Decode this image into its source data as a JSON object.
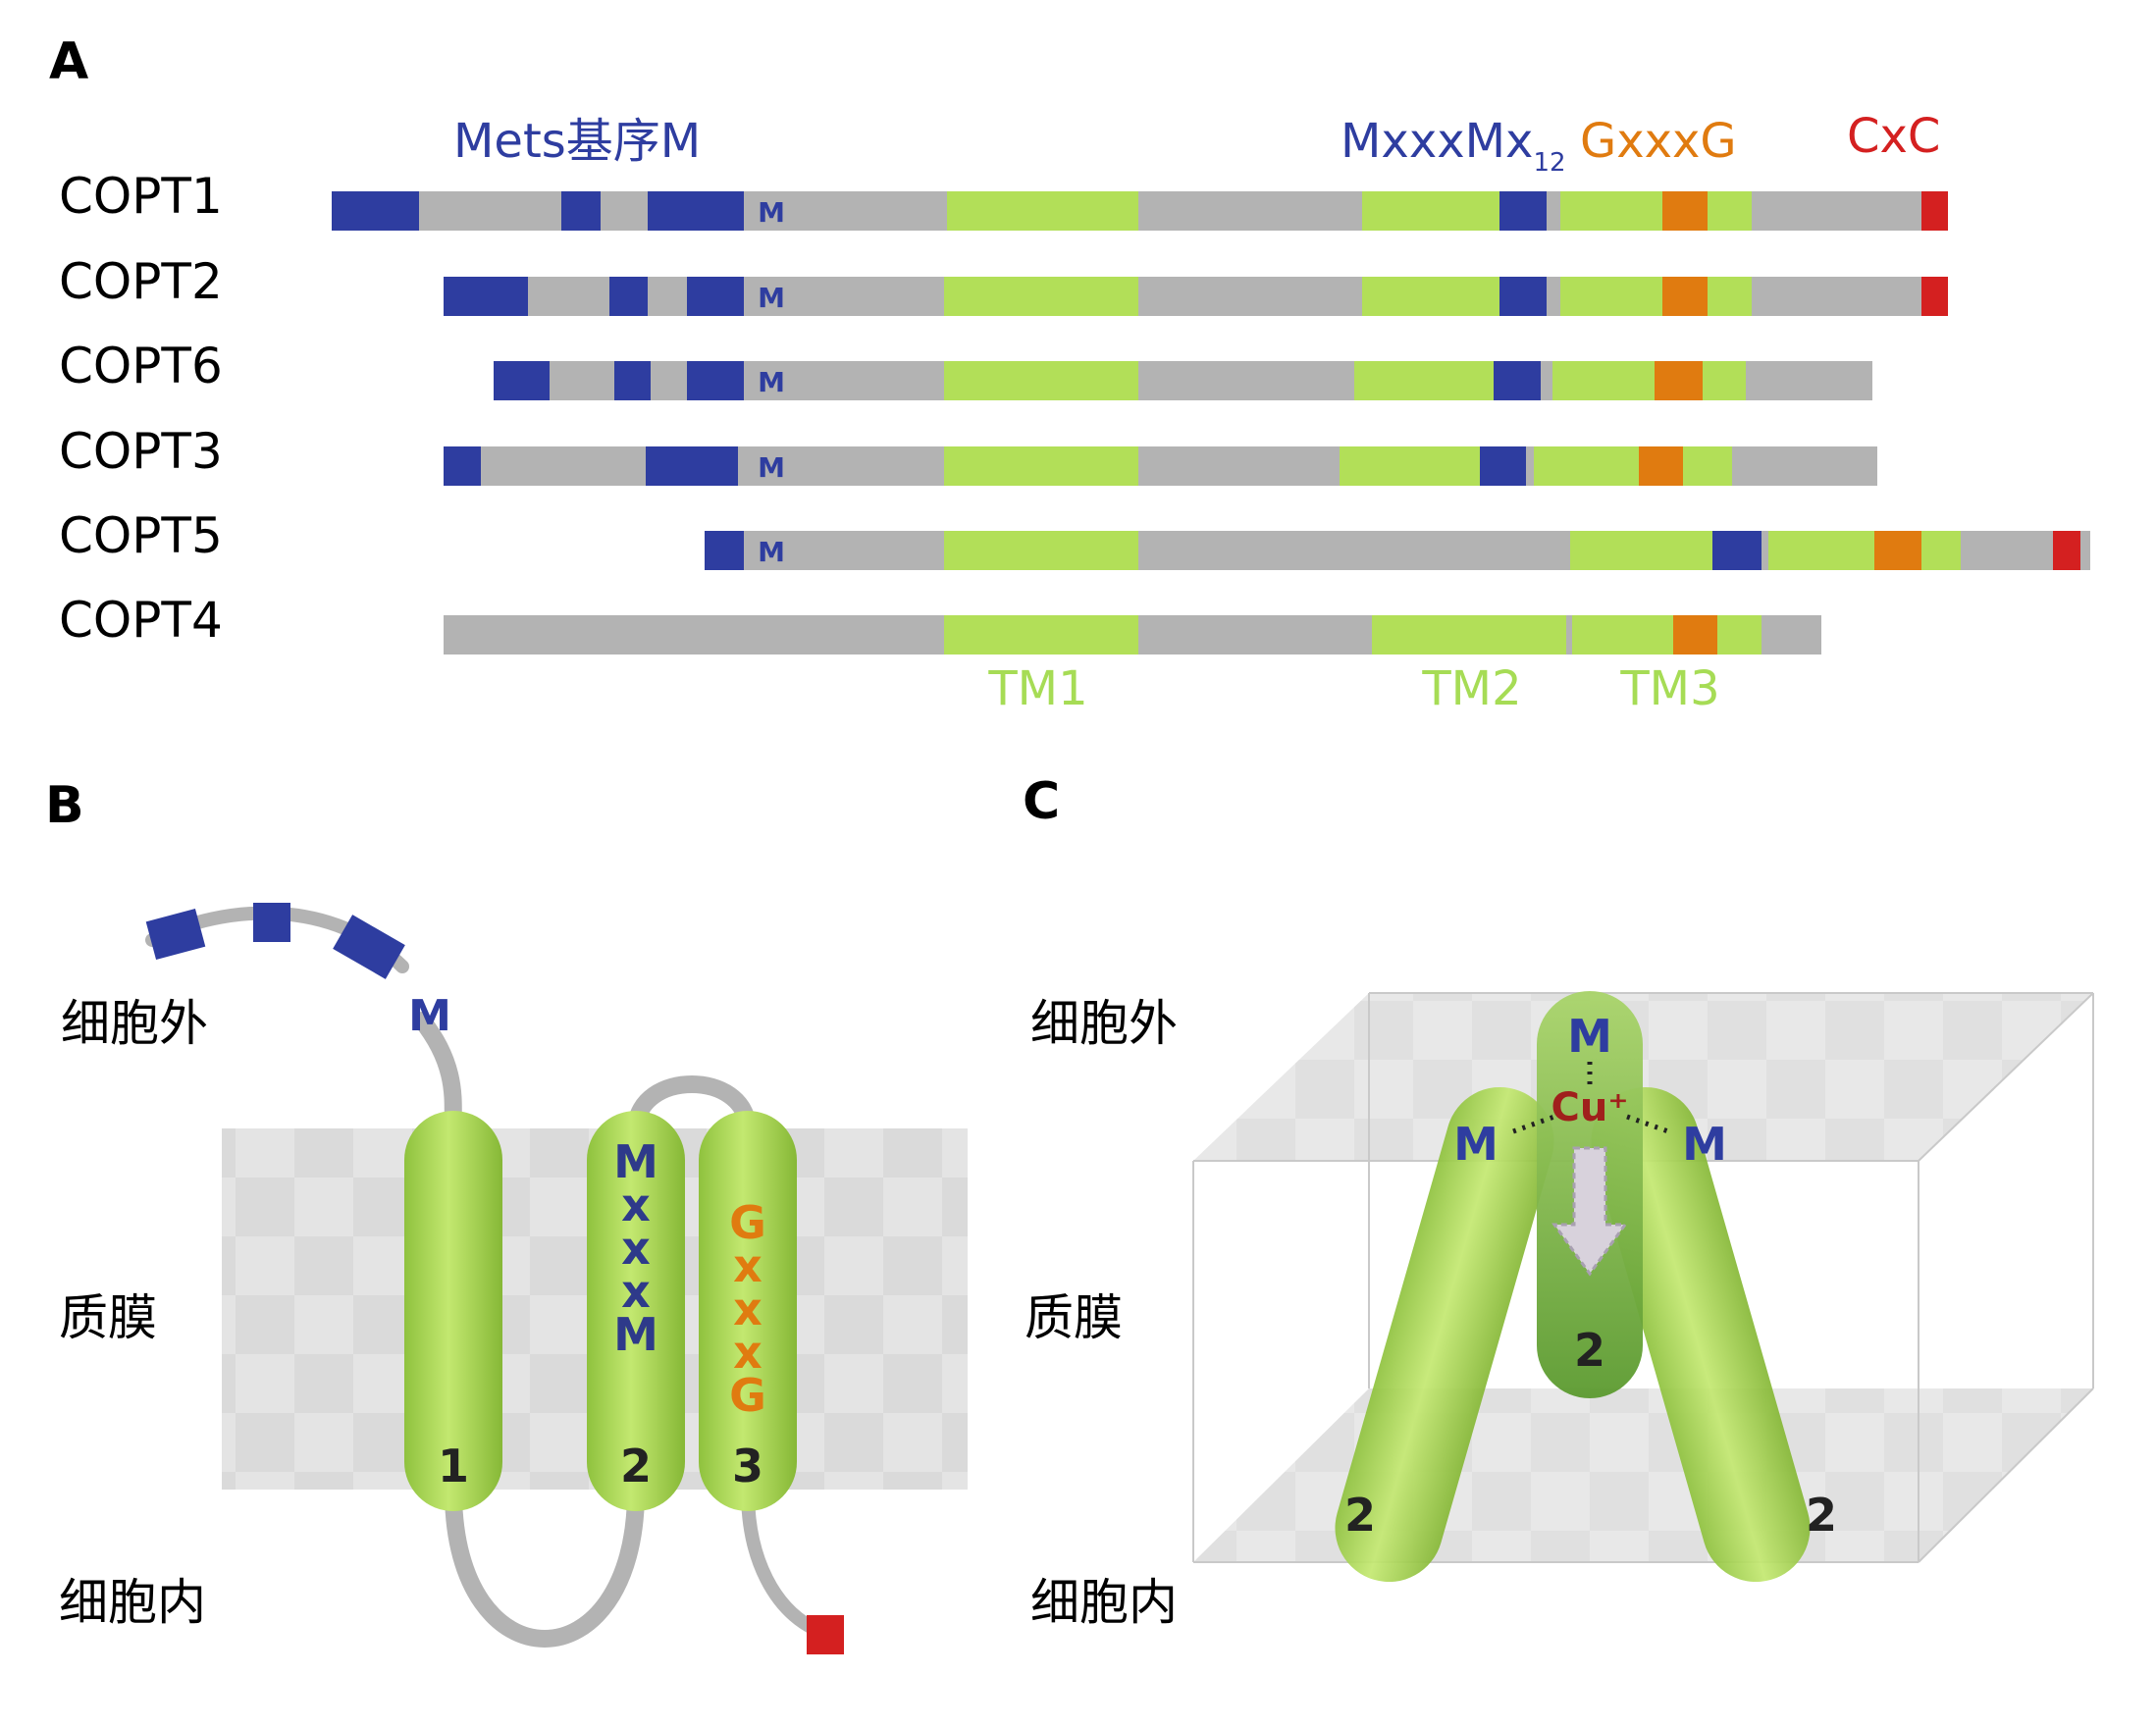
{
  "panels": {
    "a": "A",
    "b": "B",
    "c": "C"
  },
  "panel_a": {
    "motif_labels": {
      "mets": "Mets基序M",
      "mxxxm": "MxxxMx",
      "subscript": "12",
      "gxxxg": "GxxxG",
      "cxc": "CxC"
    },
    "proteins": [
      {
        "name": "COPT1",
        "m": "M"
      },
      {
        "name": "COPT2",
        "m": "M"
      },
      {
        "name": "COPT6",
        "m": "M"
      },
      {
        "name": "COPT3",
        "m": "M"
      },
      {
        "name": "COPT5",
        "m": "M"
      },
      {
        "name": "COPT4",
        "m": ""
      }
    ],
    "tm_labels": {
      "tm1": "TM1",
      "tm2": "TM2",
      "tm3": "TM3"
    }
  },
  "panel_b": {
    "extracellular": "细胞外",
    "membrane": "质膜",
    "intracellular": "细胞内",
    "m_label": "M",
    "helix_numbers": [
      "1",
      "2",
      "3"
    ],
    "mxxxm_letters": [
      "M",
      "x",
      "x",
      "x",
      "M"
    ],
    "gxxxg_letters": [
      "G",
      "x",
      "x",
      "x",
      "G"
    ]
  },
  "panel_c": {
    "extracellular": "细胞外",
    "membrane": "质膜",
    "intracellular": "细胞内",
    "m_top": "M",
    "m_left": "M",
    "m_right": "M",
    "cu": "Cu⁺",
    "helix_numbers": [
      "2",
      "2",
      "2"
    ]
  },
  "colors": {
    "mets_blue": "#2e3da0",
    "tm_green": "#b2df58",
    "gxxxg_orange": "#e07b10",
    "cxc_red": "#d42020",
    "backbone_gray": "#b3b3b3",
    "membrane_gray": "#e2e2e2"
  }
}
